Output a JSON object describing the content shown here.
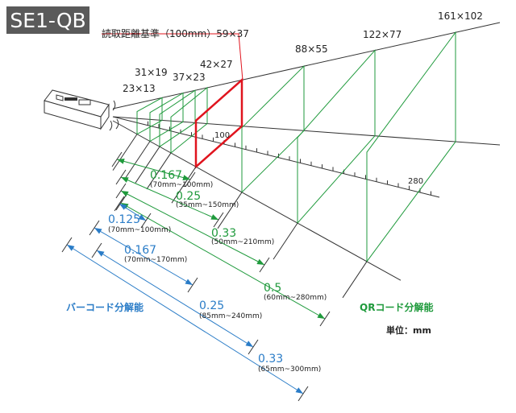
{
  "title": "SE1-QB",
  "reference_label": "読取距離基準（100mm）59×37",
  "frames": [
    {
      "size": "23×13"
    },
    {
      "size": "31×19"
    },
    {
      "size": "37×23"
    },
    {
      "size": "42×27"
    },
    {
      "size": "59×37"
    },
    {
      "size": "88×55"
    },
    {
      "size": "122×77"
    },
    {
      "size": "161×102"
    }
  ],
  "axis_ticks": {
    "t100": "100",
    "t280": "280"
  },
  "qr_resolution": {
    "label": "QRコード分解能",
    "items": [
      {
        "value": "0.167",
        "range": "(70mm~100mm)"
      },
      {
        "value": "0.25",
        "range": "(35mm~150mm)"
      },
      {
        "value": "0.33",
        "range": "(50mm~210mm)"
      },
      {
        "value": "0.5",
        "range": "(60mm~280mm)"
      }
    ]
  },
  "barcode_resolution": {
    "label": "バーコード分解能",
    "items": [
      {
        "value": "0.125",
        "range": "(70mm~100mm)"
      },
      {
        "value": "0.167",
        "range": "(70mm~170mm)"
      },
      {
        "value": "0.25",
        "range": "(85mm~240mm)"
      },
      {
        "value": "0.33",
        "range": "(65mm~300mm)"
      }
    ]
  },
  "unit_label": "単位：mm",
  "colors": {
    "qr": "#1f9a3c",
    "barcode": "#2a7cc7",
    "reference": "#e0141e"
  }
}
